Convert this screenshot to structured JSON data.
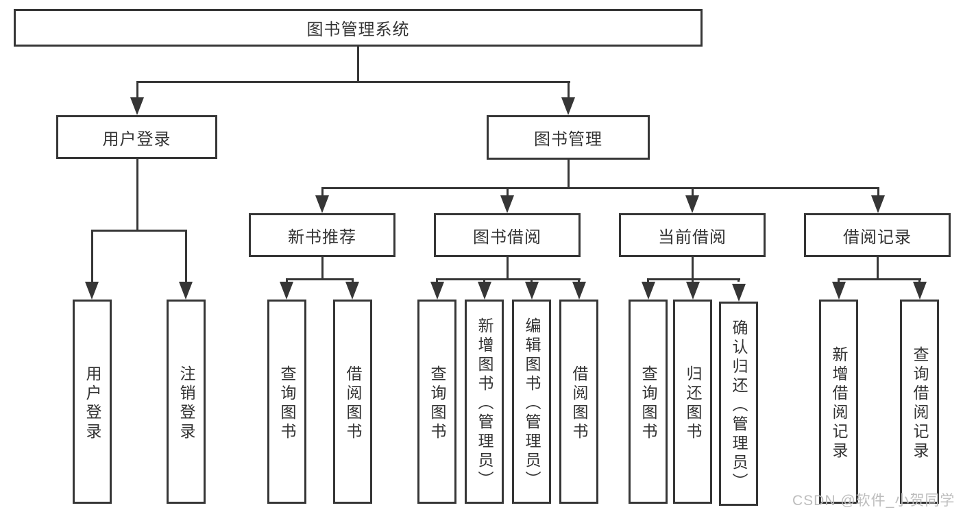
{
  "tree": {
    "root": {
      "label": "图书管理系统"
    },
    "branches": [
      {
        "label": "用户登录",
        "children": [
          {
            "label": "用户登录"
          },
          {
            "label": "注销登录"
          }
        ]
      },
      {
        "label": "图书管理",
        "groups": [
          {
            "label": "新书推荐",
            "children": [
              {
                "label": "查询图书"
              },
              {
                "label": "借阅图书"
              }
            ]
          },
          {
            "label": "图书借阅",
            "children": [
              {
                "label": "查询图书"
              },
              {
                "label": "新增图书（管理员）"
              },
              {
                "label": "编辑图书（管理员）"
              },
              {
                "label": "借阅图书"
              }
            ]
          },
          {
            "label": "当前借阅",
            "children": [
              {
                "label": "查询图书"
              },
              {
                "label": "归还图书"
              },
              {
                "label": "确认归还（管理员）"
              }
            ]
          },
          {
            "label": "借阅记录",
            "children": [
              {
                "label": "新增借阅记录"
              },
              {
                "label": "查询借阅记录"
              }
            ]
          }
        ]
      }
    ]
  },
  "watermark": {
    "text": "CSDN @软件_小贺同学"
  },
  "colors": {
    "line": "#363636",
    "text": "#333333",
    "box_background": "#ffffff",
    "watermark": "#bdbdbd",
    "page_background": "#ffffff"
  }
}
